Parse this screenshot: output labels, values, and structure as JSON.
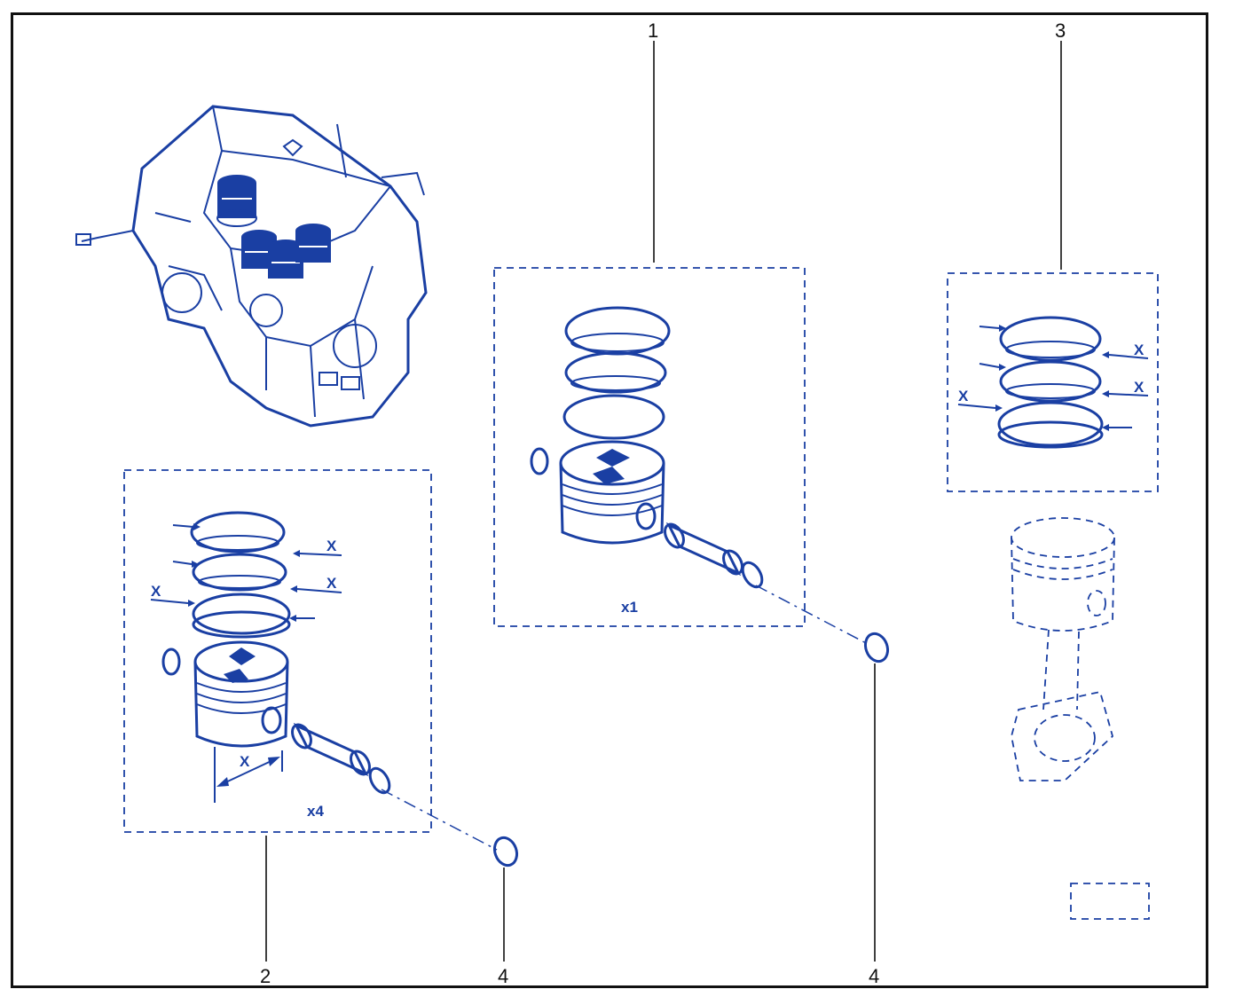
{
  "diagram": {
    "callouts": [
      {
        "id": "callout-1",
        "label": "1"
      },
      {
        "id": "callout-2",
        "label": "2"
      },
      {
        "id": "callout-3",
        "label": "3"
      },
      {
        "id": "callout-4a",
        "label": "4"
      },
      {
        "id": "callout-4b",
        "label": "4"
      }
    ],
    "kit_a_quantity": "x4",
    "kit_b_quantity": "x1",
    "dimension_mark": "X",
    "ring_mark": "X",
    "colors": {
      "line": "#1a3fa3",
      "frame": "#111111",
      "background": "#ffffff"
    },
    "icons": [
      "engine-block-icon",
      "piston-icon",
      "piston-ring-icon",
      "gudgeon-pin-icon",
      "circlip-icon",
      "connecting-rod-icon"
    ]
  }
}
